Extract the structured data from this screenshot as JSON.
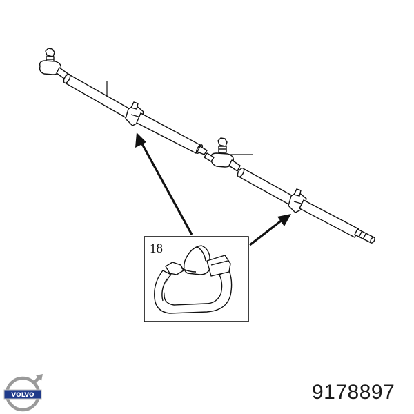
{
  "diagram": {
    "callout": {
      "number": "18"
    }
  },
  "footer": {
    "brand": "VOLVO",
    "part_number": "9178897"
  },
  "icons": {
    "logo": "volvo-iron-mark-icon"
  }
}
